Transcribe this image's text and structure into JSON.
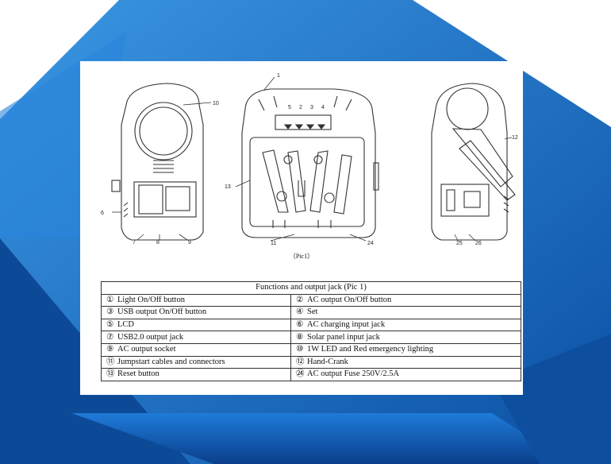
{
  "colors": {
    "bg_dark": "#0b4fa3",
    "bg_mid": "#1c74d0",
    "bg_light": "#5fb0ee",
    "paper": "#ffffff",
    "line": "#333333"
  },
  "figure": {
    "callouts": [
      "1",
      "2",
      "3",
      "4",
      "5",
      "6",
      "7",
      "8",
      "9",
      "10",
      "11",
      "12",
      "13",
      "24",
      "25",
      "26"
    ],
    "caption": "（Pic1）"
  },
  "table": {
    "title": "Functions and output jack (Pic 1)",
    "rows": [
      [
        {
          "n": "①",
          "t": "Light On/Off button"
        },
        {
          "n": "②",
          "t": "AC output On/Off button"
        }
      ],
      [
        {
          "n": "③",
          "t": "USB output On/Off button"
        },
        {
          "n": "④",
          "t": "Set"
        }
      ],
      [
        {
          "n": "⑤",
          "t": "LCD"
        },
        {
          "n": "⑥",
          "t": "AC charging input jack"
        }
      ],
      [
        {
          "n": "⑦",
          "t": "USB2.0 output jack"
        },
        {
          "n": "⑧",
          "t": "Solar panel input jack"
        }
      ],
      [
        {
          "n": "⑨",
          "t": "AC output socket"
        },
        {
          "n": "⑩",
          "t": "1W LED and Red emergency lighting"
        }
      ],
      [
        {
          "n": "⑪",
          "t": "Jumpstart cables and connectors"
        },
        {
          "n": "⑫",
          "t": "Hand-Crank"
        }
      ],
      [
        {
          "n": "⑬",
          "t": "Reset button"
        },
        {
          "n": "㉔",
          "t": "AC output Fuse 250V/2.5A"
        }
      ]
    ]
  }
}
